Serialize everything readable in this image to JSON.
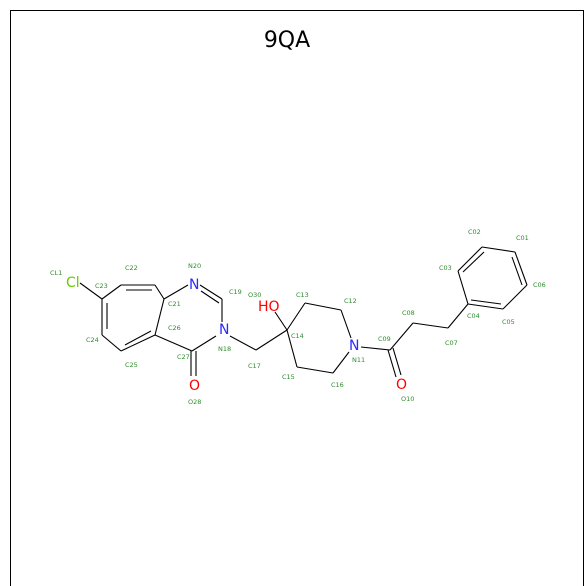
{
  "title": "9QA",
  "colors": {
    "bond": "#000000",
    "nitrogen": "#2a2aff",
    "oxygen": "#ff0000",
    "chlorine": "#66cc00",
    "atom_index": "#2e8b2e"
  },
  "atoms": [
    {
      "id": "CL1",
      "label": "Cl"
    },
    {
      "id": "N11",
      "label": "N"
    },
    {
      "id": "N18",
      "label": "N"
    },
    {
      "id": "N20",
      "label": "N"
    },
    {
      "id": "O10",
      "label": "O"
    },
    {
      "id": "O28",
      "label": "O"
    },
    {
      "id": "O30",
      "label": "HO"
    }
  ],
  "atom_indices": [
    "CL1",
    "C23",
    "C22",
    "N20",
    "C19",
    "C21",
    "C26",
    "N18",
    "C27",
    "C24",
    "C25",
    "O28",
    "C17",
    "C14",
    "C13",
    "C12",
    "N11",
    "C16",
    "C15",
    "O30",
    "C09",
    "O10",
    "C08",
    "C07",
    "C04",
    "C03",
    "C02",
    "C01",
    "C06",
    "C05"
  ]
}
